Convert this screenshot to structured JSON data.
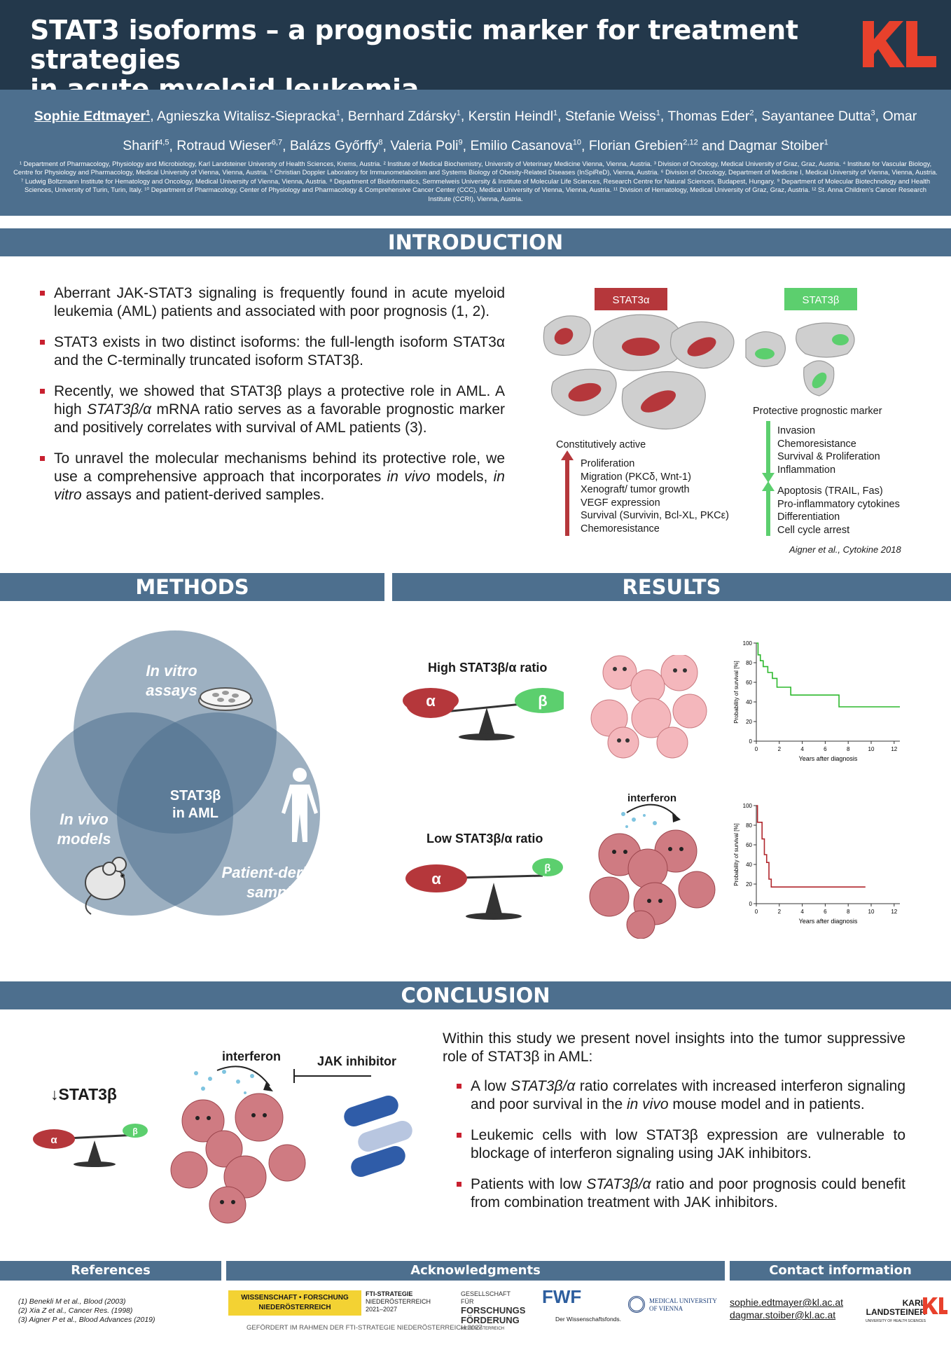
{
  "header": {
    "title_line1": "STAT3 isoforms – a prognostic marker for treatment strategies",
    "title_line2": "in acute myeloid leukemia",
    "logo": "KL"
  },
  "authors": {
    "first": "Sophie Edtmayer",
    "first_sup": "1",
    "list": [
      [
        "Agnieszka Witalisz-Siepracka",
        "1"
      ],
      [
        "Bernhard Zdársky",
        "1"
      ],
      [
        "Kerstin Heindl",
        "1"
      ],
      [
        "Stefanie Weiss",
        "1"
      ],
      [
        "Thomas Eder",
        "2"
      ],
      [
        "Sayantanee Dutta",
        "3"
      ],
      [
        "Omar Sharif",
        "4,5"
      ],
      [
        "Rotraud Wieser",
        "6,7"
      ],
      [
        "Balázs Győrffy",
        "8"
      ],
      [
        "Valeria Poli",
        "9"
      ],
      [
        "Emilio Casanova",
        "10"
      ],
      [
        "Florian Grebien",
        "2,12"
      ]
    ],
    "last": "Dagmar Stoiber",
    "last_sup": "1",
    "affiliations": "¹ Department of Pharmacology, Physiology and Microbiology, Karl Landsteiner University of Health Sciences, Krems, Austria. ² Institute of Medical Biochemistry, University of Veterinary Medicine Vienna, Vienna, Austria. ³ Division of Oncology, Medical University of Graz, Graz, Austria. ⁴ Institute for Vascular Biology, Centre for Physiology and Pharmacology, Medical University of Vienna, Vienna, Austria. ⁵ Christian Doppler Laboratory for Immunometabolism and Systems Biology of Obesity-Related Diseases (InSpiReD), Vienna, Austria. ⁶ Division of Oncology, Department of Medicine I, Medical University of Vienna, Vienna, Austria. ⁷ Ludwig Boltzmann Institute for Hematology and Oncology, Medical University of Vienna, Vienna, Austria. ⁸ Department of Bioinformatics, Semmelweis University & Institute of Molecular Life Sciences, Research Centre for Natural Sciences, Budapest, Hungary. ⁹ Department of Molecular Biotechnology and Health Sciences, University of Turin, Turin, Italy. ¹⁰ Department of Pharmacology, Center of Physiology and Pharmacology & Comprehensive Cancer Center (CCC), Medical University of Vienna, Vienna, Austria. ¹¹ Division of Hematology, Medical University of Graz, Graz, Austria. ¹² St. Anna Children's Cancer Research Institute (CCRI), Vienna, Austria."
  },
  "sections": {
    "intro": "INTRODUCTION",
    "methods": "METHODS",
    "results": "RESULTS",
    "conclusion": "CONCLUSION",
    "references": "References",
    "acknowledgments": "Acknowledgments",
    "contact": "Contact information"
  },
  "intro": {
    "b1": "Aberrant JAK-STAT3 signaling is frequently found in acute myeloid leukemia (AML) patients and associated with poor prognosis (1, 2).",
    "b2": "STAT3 exists in two distinct isoforms: the full-length isoform STAT3α and the C-terminally truncated isoform STAT3β.",
    "b3a": "Recently, we showed that  STAT3β plays a protective role in AML. A high ",
    "b3i": "STAT3β/α",
    "b3b": " mRNA ratio serves as a favorable prognostic marker and positively correlates with survival of AML patients (3).",
    "b4a": "To unravel the molecular mechanisms behind its protective role, we use a comprehensive approach that incorporates ",
    "b4i1": "in vivo",
    "b4b": " models, ",
    "b4i2": "in vitro",
    "b4c": " assays and patient-derived samples.",
    "fig": {
      "alpha": "STAT3α",
      "beta": "STAT3β",
      "const": "Constitutively active",
      "alpha_items": [
        "Proliferation",
        "Migration (PKCδ, Wnt-1)",
        "Xenograft/ tumor growth",
        "VEGF expression",
        "Survival (Survivin, Bcl-XL, PKCε)",
        "Chemoresistance"
      ],
      "prot": "Protective prognostic marker",
      "beta_down": [
        "Invasion",
        "Chemoresistance",
        "Survival & Proliferation",
        "Inflammation"
      ],
      "beta_up": [
        "Apoptosis (TRAIL, Fas)",
        "Pro-inflammatory cytokines",
        "Differentiation",
        "Cell cycle arrest"
      ],
      "cite": "Aigner et al., Cytokine 2018",
      "colors": {
        "alpha": "#b5373b",
        "beta": "#5ccf6e"
      }
    }
  },
  "methods": {
    "invitro": "In vitro assays",
    "invivo": "In vivo models",
    "patient": "Patient-derived samples",
    "center": "STAT3β in AML"
  },
  "results": {
    "high": "High STAT3β/α ratio",
    "low": "Low STAT3β/α ratio",
    "interferon": "interferon",
    "a": "α",
    "b": "β",
    "ylabel": "Probability of survival [%]",
    "xlabel": "Years after diagnosis"
  },
  "chart_data": [
    {
      "type": "line",
      "title": "High STAT3β/α ratio",
      "xlabel": "Years after diagnosis",
      "ylabel": "Probability of survival [%]",
      "xlim": [
        0,
        12.5
      ],
      "ylim": [
        0,
        100
      ],
      "xticks": [
        0,
        2,
        4,
        6,
        8,
        10,
        12
      ],
      "yticks": [
        20,
        40,
        60,
        80,
        100
      ],
      "color": "#2db82d",
      "series": [
        {
          "x": [
            0,
            0.15,
            0.15,
            0.35,
            0.35,
            0.6,
            0.6,
            1.0,
            1.0,
            1.4,
            1.4,
            1.8,
            1.8,
            3.0,
            3.0,
            7.2,
            7.2,
            12.5
          ],
          "y": [
            100,
            100,
            88,
            88,
            82,
            82,
            76,
            76,
            70,
            70,
            64,
            64,
            55,
            55,
            47,
            47,
            35,
            35
          ]
        }
      ]
    },
    {
      "type": "line",
      "title": "Low STAT3β/α ratio",
      "xlabel": "Years after diagnosis",
      "ylabel": "Probability of survival [%]",
      "xlim": [
        0,
        12.5
      ],
      "ylim": [
        0,
        100
      ],
      "xticks": [
        0,
        2,
        4,
        6,
        8,
        10,
        12
      ],
      "yticks": [
        20,
        40,
        60,
        80,
        100
      ],
      "color": "#b0262c",
      "series": [
        {
          "x": [
            0,
            0.1,
            0.1,
            0.5,
            0.5,
            0.7,
            0.7,
            0.9,
            0.9,
            1.1,
            1.1,
            1.3,
            1.3,
            9.5
          ],
          "y": [
            100,
            100,
            83,
            83,
            66,
            66,
            50,
            50,
            42,
            42,
            25,
            25,
            17,
            17
          ]
        }
      ]
    }
  ],
  "conclusion": {
    "intro": "Within this study we present novel insights into the tumor suppressive role of STAT3β in AML:",
    "c1a": "A low ",
    "c1i": "STAT3β/α",
    "c1b": " ratio correlates with increased interferon signaling and poor survival in the ",
    "c1i2": "in vivo",
    "c1c": " mouse model and in patients.",
    "c2": "Leukemic cells with low STAT3β expression are vulnerable to blockage of interferon signaling using JAK inhibitors.",
    "c3a": "Patients with low ",
    "c3i": "STAT3β/α",
    "c3b": " ratio and poor prognosis could benefit from combination treatment with JAK inhibitors.",
    "down": "↓STAT3β",
    "interferon": "interferon",
    "jak": "JAK inhibitor",
    "a": "α",
    "b": "β"
  },
  "refs": [
    "(1) Benekli M et al., Blood (2003)",
    "(2) Xia Z et al., Cancer Res. (1998)",
    "(3) Aigner P et al., Blood Advances (2019)"
  ],
  "ack": {
    "wf1": "WISSENSCHAFT • FORSCHUNG",
    "wf2": "NIEDERÖSTERREICH",
    "fti1": "FTI-STRATEGIE",
    "fti2": "NIEDERÖSTERREICH",
    "fti3": "2021–2027",
    "gff1": "GESELLSCHAFT FÜR",
    "gff2": "FORSCHUNGS",
    "gff3": "FÖRDERUNG",
    "gff4": "NIEDERÖSTERREICH",
    "fwf": "FWF",
    "fwf2": "Der Wissenschaftsfonds.",
    "mu1": "MEDICAL UNIVERSITY",
    "mu2": "OF VIENNA",
    "funded": "GEFÖRDERT IM RAHMEN DER FTI-STRATEGIE NIEDERÖSTERREICH 2027"
  },
  "contact": {
    "email1": "sophie.edtmayer@kl.ac.at",
    "email2": "dagmar.stoiber@kl.ac.at",
    "kl1": "KARL",
    "kl2": "LANDSTEINER",
    "kl3": "UNIVERSITY OF HEALTH SCIENCES",
    "kl": "KL"
  }
}
